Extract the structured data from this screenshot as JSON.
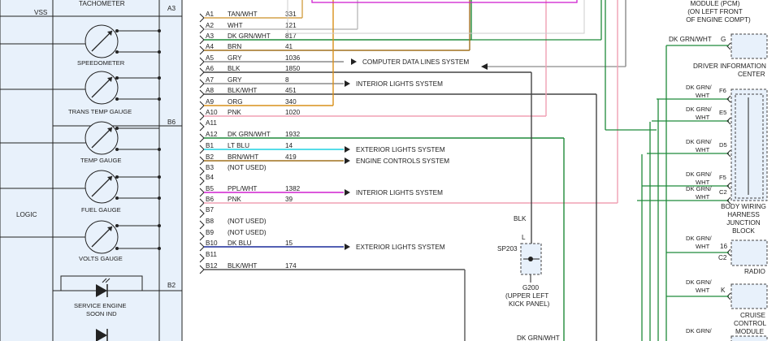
{
  "cluster": {
    "title_partial": "TACHOMETER",
    "vss": "VSS",
    "logic": "LOGIC",
    "gauges": [
      "SPEEDOMETER",
      "TRANS TEMP GAUGE",
      "TEMP GAUGE",
      "FUEL GAUGE",
      "VOLTS GAUGE"
    ],
    "indicator_line1": "SERVICE ENGINE",
    "indicator_line2": "SOON IND",
    "pin_a3": "A3",
    "pin_b6": "B6",
    "pin_b2": "B2"
  },
  "pins": [
    {
      "pin": "A1",
      "color": "TAN/WHT",
      "circuit": "331",
      "dest": ""
    },
    {
      "pin": "A2",
      "color": "WHT",
      "circuit": "121",
      "dest": ""
    },
    {
      "pin": "A3",
      "color": "DK GRN/WHT",
      "circuit": "817",
      "dest": ""
    },
    {
      "pin": "A4",
      "color": "BRN",
      "circuit": "41",
      "dest": ""
    },
    {
      "pin": "A5",
      "color": "GRY",
      "circuit": "1036",
      "dest": "COMPUTER DATA LINES SYSTEM"
    },
    {
      "pin": "A6",
      "color": "BLK",
      "circuit": "1850",
      "dest": ""
    },
    {
      "pin": "A7",
      "color": "GRY",
      "circuit": "8",
      "dest": "INTERIOR LIGHTS SYSTEM"
    },
    {
      "pin": "A8",
      "color": "BLK/WHT",
      "circuit": "451",
      "dest": ""
    },
    {
      "pin": "A9",
      "color": "ORG",
      "circuit": "340",
      "dest": ""
    },
    {
      "pin": "A10",
      "color": "PNK",
      "circuit": "1020",
      "dest": ""
    },
    {
      "pin": "A11",
      "color": "",
      "circuit": "",
      "dest": ""
    },
    {
      "pin": "A12",
      "color": "DK GRN/WHT",
      "circuit": "1932",
      "dest": ""
    },
    {
      "pin": "B1",
      "color": "LT BLU",
      "circuit": "14",
      "dest": "EXTERIOR LIGHTS SYSTEM"
    },
    {
      "pin": "B2",
      "color": "BRN/WHT",
      "circuit": "419",
      "dest": "ENGINE CONTROLS SYSTEM"
    },
    {
      "pin": "B3",
      "color": "(NOT USED)",
      "circuit": "",
      "dest": ""
    },
    {
      "pin": "B4",
      "color": "",
      "circuit": "",
      "dest": ""
    },
    {
      "pin": "B5",
      "color": "PPL/WHT",
      "circuit": "1382",
      "dest": "INTERIOR LIGHTS SYSTEM"
    },
    {
      "pin": "B6",
      "color": "PNK",
      "circuit": "39",
      "dest": ""
    },
    {
      "pin": "B7",
      "color": "",
      "circuit": "",
      "dest": ""
    },
    {
      "pin": "B8",
      "color": "(NOT USED)",
      "circuit": "",
      "dest": ""
    },
    {
      "pin": "B9",
      "color": "(NOT USED)",
      "circuit": "",
      "dest": ""
    },
    {
      "pin": "B10",
      "color": "DK BLU",
      "circuit": "15",
      "dest": "EXTERIOR LIGHTS SYSTEM"
    },
    {
      "pin": "B11",
      "color": "",
      "circuit": "",
      "dest": ""
    },
    {
      "pin": "B12",
      "color": "BLK/WHT",
      "circuit": "174",
      "dest": ""
    }
  ],
  "wire_colors": {
    "tan": "#d4a24a",
    "brown": "#a0701f",
    "grn": "#1f8a3a",
    "pink": "#f0a0b4",
    "gray": "#8a8a8a",
    "blk": "#444444",
    "orange": "#d9901a",
    "cyan": "#1fd0e0",
    "magenta": "#d020d0",
    "navy": "#1a2a9a"
  },
  "ground": {
    "wire": "BLK",
    "pin": "L",
    "splice": "SP203",
    "id": "G200",
    "loc1": "(UPPER LEFT",
    "loc2": "KICK PANEL)",
    "bottom_wire": "DK GRN/WHT"
  },
  "pcm": {
    "line1": "MODULE (PCM)",
    "line2": "(ON LEFT FRONT",
    "line3": "OF ENGINE COMPT)"
  },
  "dic": {
    "wire": "DK GRN/WHT",
    "pin": "G",
    "line1": "DRIVER INFORMATION",
    "line2": "CENTER"
  },
  "junction": {
    "pins": [
      "F6",
      "E5",
      "D5",
      "F5",
      "C2"
    ],
    "wire1": "DK GRN/",
    "wire2": "WHT",
    "line1": "BODY WIRING",
    "line2": "HARNESS",
    "line3": "JUNCTION",
    "line4": "BLOCK"
  },
  "radio": {
    "pin1": "16",
    "pin2": "C2",
    "label": "RADIO"
  },
  "cruise": {
    "pin": "K",
    "line1": "CRUISE",
    "line2": "CONTROL",
    "line3": "MODULE"
  }
}
